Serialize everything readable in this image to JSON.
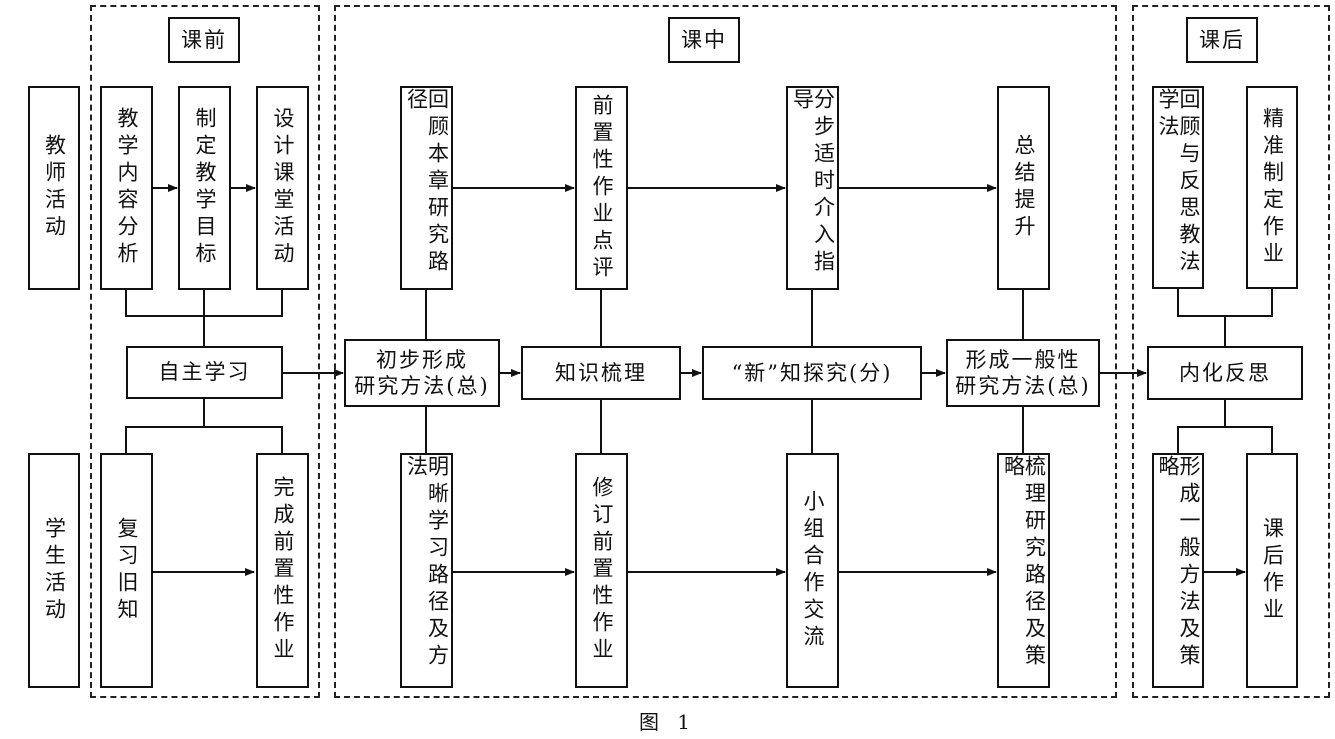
{
  "phases": {
    "pre": "课前",
    "in": "课中",
    "post": "课后"
  },
  "roles": {
    "teacher": "教师活动",
    "student": "学生活动"
  },
  "pre_class": {
    "teacher": [
      "教学内容分析",
      "制定教学目标",
      "设计课堂活动"
    ],
    "hub": "自主学习",
    "student": [
      "复习旧知",
      "完成前置性作业"
    ]
  },
  "in_class": {
    "teacher": [
      "回顾本章研究路径",
      "前置性作业点评",
      "分步适时介入指导",
      "总结提升"
    ],
    "hub": [
      "初步形成\n研究方法(总)",
      "知识梳理",
      "“新”知探究(分)",
      "形成一般性\n研究方法(总)"
    ],
    "student": [
      "明晰学习路径及方法",
      "修订前置性作业",
      "小组合作交流",
      "梳理研究路径及策略"
    ]
  },
  "post_class": {
    "teacher": [
      "回顾与反思教法学法",
      "精准制定作业"
    ],
    "hub": "内化反思",
    "student": [
      "形成一般方法及策略",
      "课后作业"
    ]
  },
  "caption": "图 1"
}
